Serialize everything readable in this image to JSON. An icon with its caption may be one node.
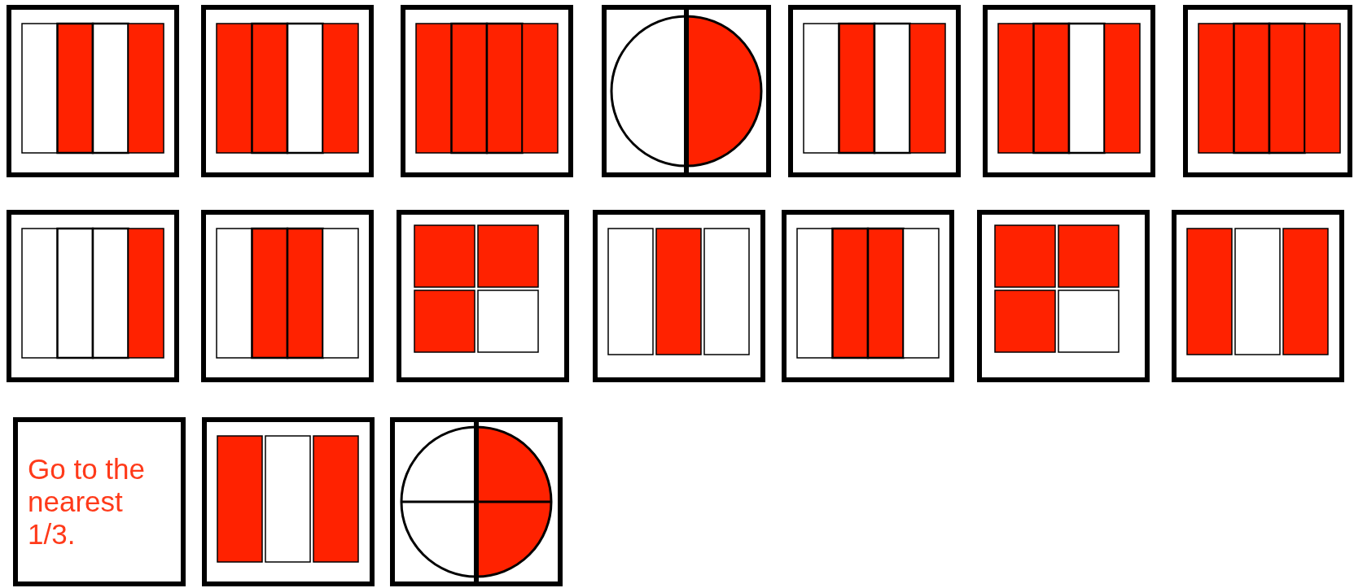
{
  "diagram": {
    "nodes": [
      {
        "text": [],
        "shape": "picture"
      },
      {
        "text": [],
        "shape": "picture"
      },
      {
        "text": [],
        "shape": "picture"
      },
      {
        "text": [],
        "shape": "picture"
      },
      {
        "text": [],
        "shape": "picture"
      },
      {
        "text": [],
        "shape": "picture"
      },
      {
        "text": [],
        "shape": "picture"
      },
      {
        "text": [],
        "shape": "picture"
      },
      {
        "text": [],
        "shape": "picture"
      },
      {
        "text": [],
        "shape": "picture"
      },
      {
        "text": [],
        "shape": "picture"
      },
      {
        "text": [],
        "shape": "picture"
      },
      {
        "text": [],
        "shape": "picture"
      },
      {
        "text": [],
        "shape": "picture"
      },
      {
        "text": [
          "Go to the nearest 1/3."
        ]
      },
      {
        "text": [],
        "shape": "picture"
      },
      {
        "text": [],
        "shape": "picture"
      }
    ]
  }
}
